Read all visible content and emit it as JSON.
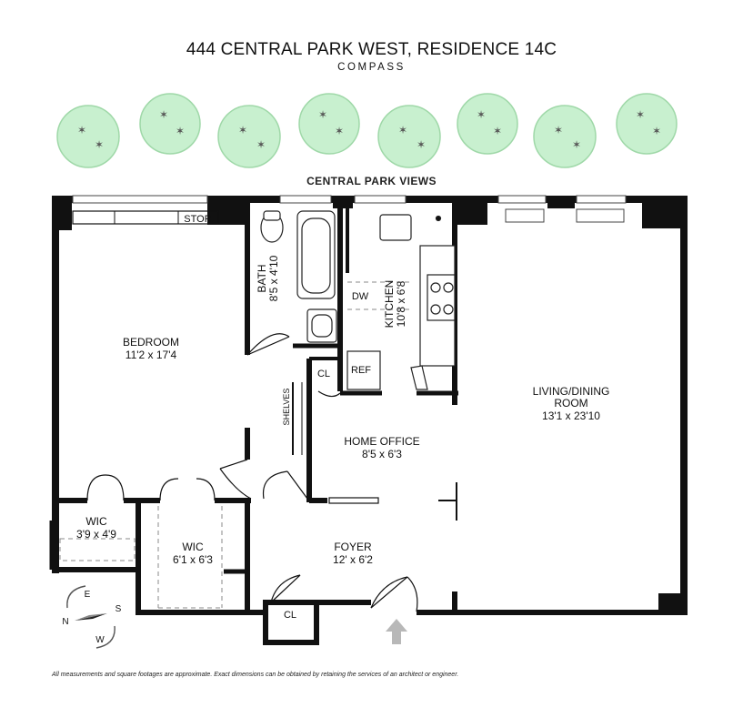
{
  "header": {
    "title": "444 CENTRAL PARK WEST, RESIDENCE 14C",
    "brand": "COMPASS"
  },
  "views_label": "CENTRAL PARK VIEWS",
  "colors": {
    "tree_fill": "#c8f0cf",
    "tree_stroke": "#9fd8a8",
    "wall": "#111111",
    "entry_arrow": "#b8b8b8"
  },
  "rooms": {
    "bedroom": {
      "name": "BEDROOM",
      "dims": "11'2 x 17'4"
    },
    "bath": {
      "name": "BATH",
      "dims": "8'5 x 4'10"
    },
    "kitchen": {
      "name": "KITCHEN",
      "dims": "10'8 x 6'8"
    },
    "living": {
      "name_line1": "LIVING/DINING",
      "name_line2": "ROOM",
      "dims": "13'1 x 23'10"
    },
    "home_office": {
      "name": "HOME OFFICE",
      "dims": "8'5 x 6'3"
    },
    "foyer": {
      "name": "FOYER",
      "dims": "12' x 6'2"
    },
    "wic_small": {
      "name": "WIC",
      "dims": "3'9 x 4'9"
    },
    "wic_large": {
      "name": "WIC",
      "dims": "6'1 x 6'3"
    }
  },
  "fixtures": {
    "stor": "STOR.",
    "dw": "DW",
    "ref": "REF",
    "closet_upper": "CL",
    "closet_lower": "CL",
    "shelves": "SHELVES"
  },
  "compass": {
    "n": "N",
    "e": "E",
    "s": "S",
    "w": "W"
  },
  "disclaimer": "All measurements and square footages are approximate. Exact dimensions can be obtained by retaining the services of an architect or engineer."
}
